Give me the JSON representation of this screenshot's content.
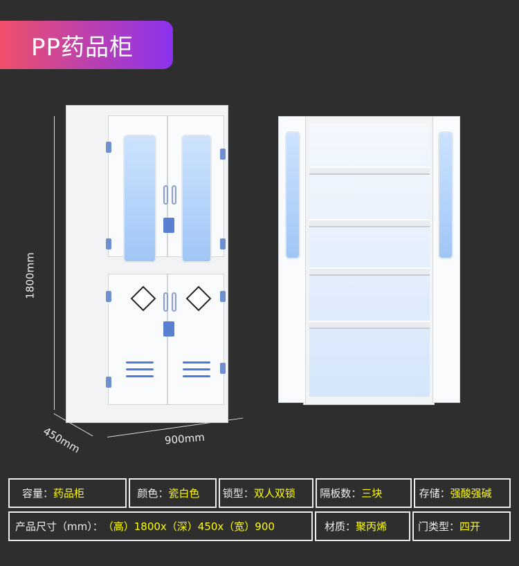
{
  "banner": {
    "title": "PP药品柜"
  },
  "dimensions": {
    "height": "1800mm",
    "depth": "450mm",
    "width": "900mm"
  },
  "specs": {
    "row1": [
      {
        "label": "容量：",
        "value": "药品柜"
      },
      {
        "label": "颜色：",
        "value": "瓷白色"
      },
      {
        "label": "锁型：",
        "value": "双人双锁"
      },
      {
        "label": "隔板数：",
        "value": "三块"
      },
      {
        "label": "存储：",
        "value": "强酸强碱"
      }
    ],
    "row2": [
      {
        "label": "产品尺寸（mm）：",
        "value": "（高）1800x（深）450x（宽）900"
      },
      {
        "label": "材质：",
        "value": "聚丙烯"
      },
      {
        "label": "门类型：",
        "value": "四开"
      }
    ]
  },
  "colors": {
    "banner_start": "#f0506a",
    "banner_end": "#8a32f0",
    "value_text": "#ffff00"
  }
}
